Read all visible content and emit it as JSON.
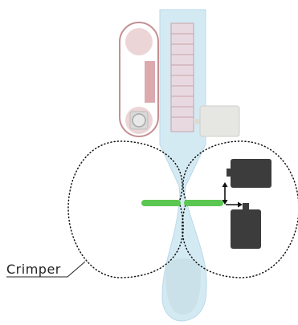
{
  "labels": {
    "crimper": "Crimper"
  },
  "colors": {
    "nozzle_fill": "#d4eaf3",
    "nozzle_stroke": "#b9d9e8",
    "track_fill": "#e8d9e0",
    "track_stroke": "#c9a3a9",
    "belt_stroke": "#c48f93",
    "roller_fill": "#ecd5d6",
    "gear_fill": "#e8e8e8",
    "motor_fill": "#e6e6e2",
    "motor_stroke": "#cfcfca",
    "blade_fill": "#5cc653",
    "actuator_fill": "#3c3c3c",
    "outline_dots": "#111111",
    "arrow": "#111111",
    "text": "#222222"
  },
  "icons": {
    "crimper_left": "dotted-ellipse",
    "crimper_right": "dotted-ellipse",
    "actuator_upper": "motor-block-icon",
    "actuator_lower": "motor-block-icon"
  }
}
